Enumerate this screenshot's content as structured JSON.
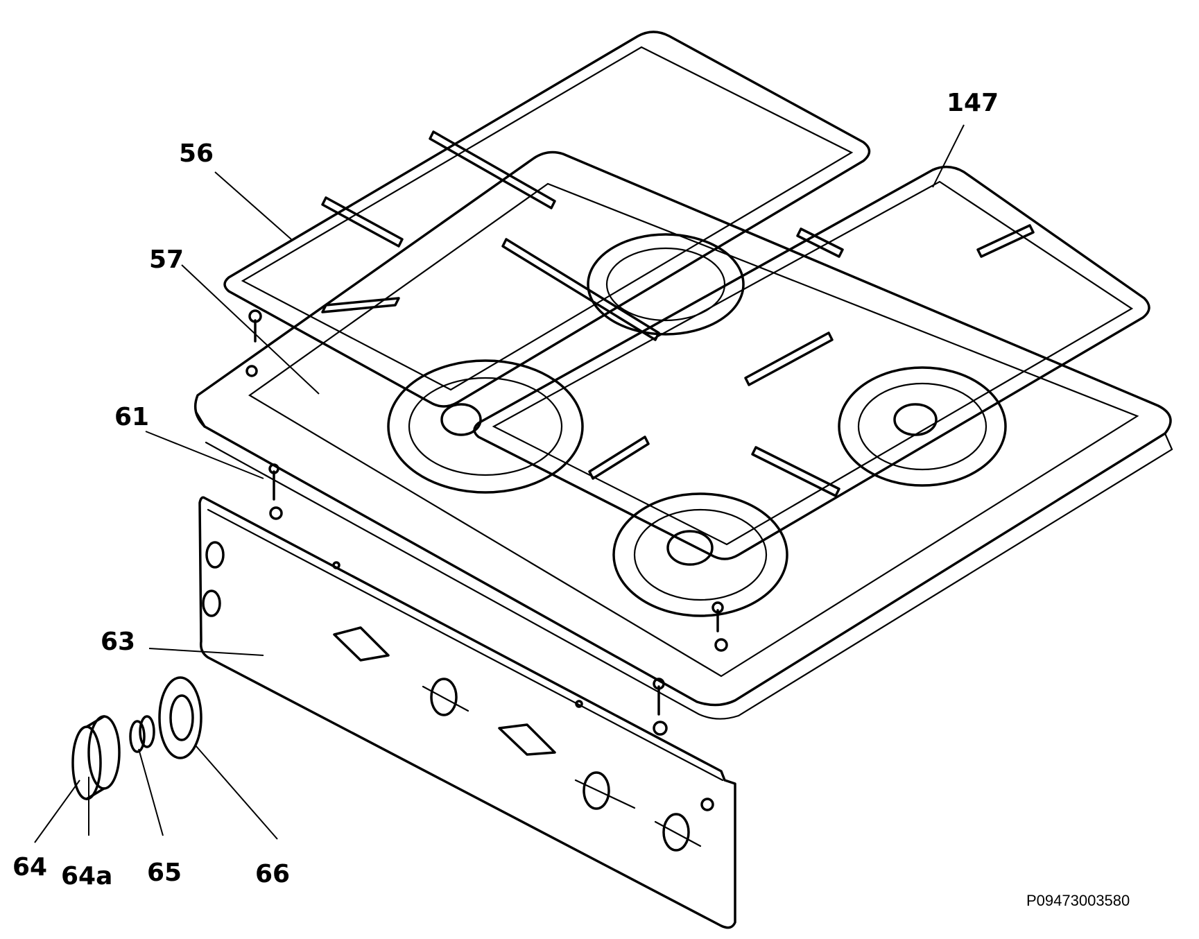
{
  "diagram": {
    "callouts": [
      {
        "id": "56",
        "label": "56"
      },
      {
        "id": "57",
        "label": "57"
      },
      {
        "id": "61",
        "label": "61"
      },
      {
        "id": "63",
        "label": "63"
      },
      {
        "id": "64",
        "label": "64"
      },
      {
        "id": "64a",
        "label": "64a"
      },
      {
        "id": "65",
        "label": "65"
      },
      {
        "id": "66",
        "label": "66"
      },
      {
        "id": "147",
        "label": "147"
      }
    ],
    "document_id": "P09473003580"
  }
}
